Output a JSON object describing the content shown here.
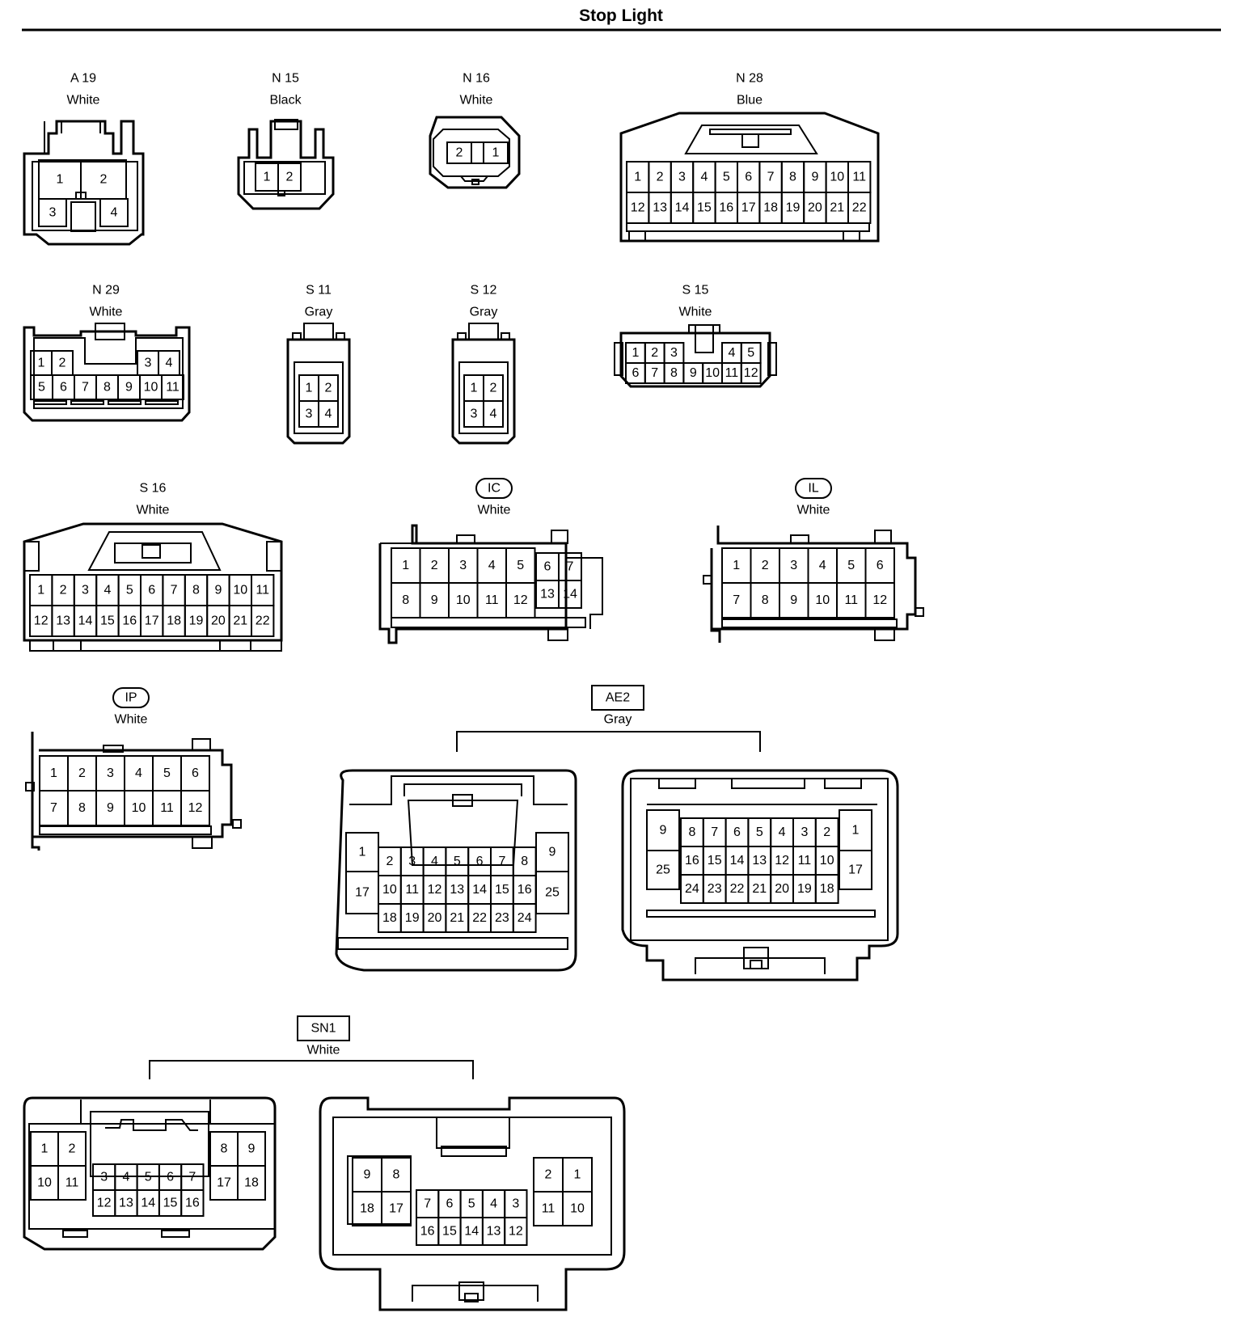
{
  "title": "Stop Light",
  "connectors": [
    {
      "id": "A 19",
      "color": "White",
      "tag": "plain",
      "pins": [
        {
          "n": "1"
        },
        {
          "n": "2"
        },
        {
          "n": "3"
        },
        {
          "n": "4"
        }
      ]
    },
    {
      "id": "N 15",
      "color": "Black",
      "tag": "plain",
      "pins": [
        {
          "n": "1"
        },
        {
          "n": "2"
        }
      ]
    },
    {
      "id": "N 16",
      "color": "White",
      "tag": "plain",
      "pins": [
        {
          "n": "2"
        },
        {
          "n": "1"
        }
      ]
    },
    {
      "id": "N 28",
      "color": "Blue",
      "tag": "plain",
      "rows": [
        [
          "1",
          "2",
          "3",
          "4",
          "5",
          "6",
          "7",
          "8",
          "9",
          "10",
          "11"
        ],
        [
          "12",
          "13",
          "14",
          "15",
          "16",
          "17",
          "18",
          "19",
          "20",
          "21",
          "22"
        ]
      ]
    },
    {
      "id": "N 29",
      "color": "White",
      "tag": "plain",
      "rows": [
        [
          "1",
          "2",
          "",
          "",
          "",
          "",
          "3",
          "4"
        ],
        [
          "5",
          "6",
          "7",
          "8",
          "9",
          "10",
          "11"
        ]
      ]
    },
    {
      "id": "S 11",
      "color": "Gray",
      "tag": "plain",
      "rows": [
        [
          "1",
          "2"
        ],
        [
          "3",
          "4"
        ]
      ]
    },
    {
      "id": "S 12",
      "color": "Gray",
      "tag": "plain",
      "rows": [
        [
          "1",
          "2"
        ],
        [
          "3",
          "4"
        ]
      ]
    },
    {
      "id": "S 15",
      "color": "White",
      "tag": "plain",
      "rows": [
        [
          "1",
          "2",
          "3",
          "",
          "",
          "4",
          "5"
        ],
        [
          "6",
          "7",
          "8",
          "9",
          "10",
          "11",
          "12"
        ]
      ]
    },
    {
      "id": "S 16",
      "color": "White",
      "tag": "plain",
      "rows": [
        [
          "1",
          "2",
          "3",
          "4",
          "5",
          "6",
          "7",
          "8",
          "9",
          "10",
          "11"
        ],
        [
          "12",
          "13",
          "14",
          "15",
          "16",
          "17",
          "18",
          "19",
          "20",
          "21",
          "22"
        ]
      ]
    },
    {
      "id": "IC",
      "color": "White",
      "tag": "oval",
      "rows": [
        [
          "1",
          "2",
          "3",
          "4",
          "5",
          "6",
          "7"
        ],
        [
          "8",
          "9",
          "10",
          "11",
          "12",
          "13",
          "14"
        ]
      ]
    },
    {
      "id": "IL",
      "color": "White",
      "tag": "oval",
      "rows": [
        [
          "1",
          "2",
          "3",
          "4",
          "5",
          "6"
        ],
        [
          "7",
          "8",
          "9",
          "10",
          "11",
          "12"
        ]
      ]
    },
    {
      "id": "IP",
      "color": "White",
      "tag": "oval",
      "rows": [
        [
          "1",
          "2",
          "3",
          "4",
          "5",
          "6"
        ],
        [
          "7",
          "8",
          "9",
          "10",
          "11",
          "12"
        ]
      ]
    },
    {
      "id": "AE2",
      "color": "Gray",
      "tag": "box",
      "female": {
        "left": [
          "1",
          "17"
        ],
        "right": [
          "9",
          "25"
        ],
        "rows": [
          [
            "2",
            "3",
            "4",
            "5",
            "6",
            "7",
            "8"
          ],
          [
            "10",
            "11",
            "12",
            "13",
            "14",
            "15",
            "16"
          ],
          [
            "18",
            "19",
            "20",
            "21",
            "22",
            "23",
            "24"
          ]
        ]
      },
      "male": {
        "left": [
          "9",
          "25"
        ],
        "right": [
          "1",
          "17"
        ],
        "rows": [
          [
            "8",
            "7",
            "6",
            "5",
            "4",
            "3",
            "2"
          ],
          [
            "16",
            "15",
            "14",
            "13",
            "12",
            "11",
            "10"
          ],
          [
            "24",
            "23",
            "22",
            "21",
            "20",
            "19",
            "18"
          ]
        ]
      }
    },
    {
      "id": "SN1",
      "color": "White",
      "tag": "box",
      "female": {
        "left": [
          [
            "1",
            "2"
          ],
          [
            "10",
            "11"
          ]
        ],
        "right": [
          [
            "8",
            "9"
          ],
          [
            "17",
            "18"
          ]
        ],
        "rows": [
          [
            "3",
            "4",
            "5",
            "6",
            "7"
          ],
          [
            "12",
            "13",
            "14",
            "15",
            "16"
          ]
        ]
      },
      "male": {
        "left": [
          [
            "9",
            "8"
          ],
          [
            "18",
            "17"
          ]
        ],
        "right": [
          [
            "2",
            "1"
          ],
          [
            "11",
            "10"
          ]
        ],
        "rows": [
          [
            "7",
            "6",
            "5",
            "4",
            "3"
          ],
          [
            "16",
            "15",
            "14",
            "13",
            "12"
          ]
        ]
      }
    }
  ]
}
